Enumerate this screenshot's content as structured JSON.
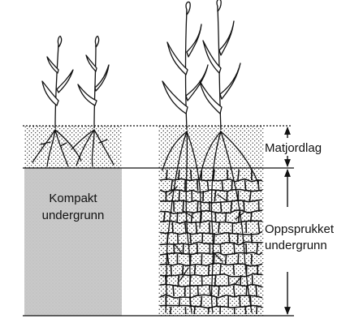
{
  "labels": {
    "topsoil": "Matjordlag",
    "compact_line1": "Kompakt",
    "compact_line2": "undergrunn",
    "cracked_line1": "Oppsprukket",
    "cracked_line2": "undergrunn"
  },
  "colors": {
    "ink": "#111111",
    "compact_fill": "#c8c8c8",
    "background": "#ffffff"
  },
  "icons": {
    "plants": "grass-plant-icon",
    "roots": "root-system-icon",
    "arrows": "double-arrow-icon"
  }
}
